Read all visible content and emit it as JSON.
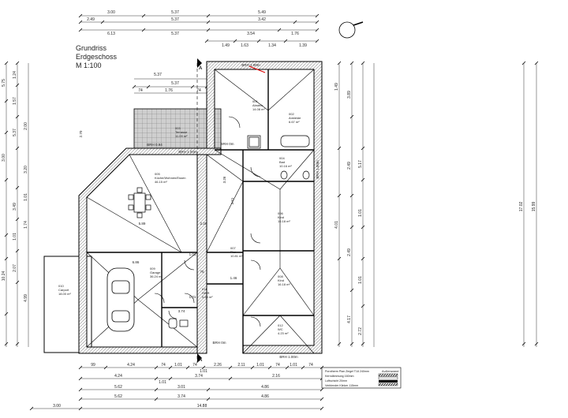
{
  "title": {
    "line1": "Grundriss",
    "line2": "Erdgeschoss",
    "scale": "M 1:100"
  },
  "section_markers": {
    "top": "A",
    "bottom": "A"
  },
  "top_dimensions": {
    "row1": [
      "3.00",
      "5.37",
      "5.49"
    ],
    "row2": [
      "2.49",
      "5.37",
      "3.42"
    ],
    "row3": [
      "6.13",
      "5.37",
      "3.54",
      "1.76"
    ],
    "row4": [
      "1.49",
      "1.63",
      "1.34",
      "1.39"
    ],
    "row5": [
      "5.37"
    ],
    "row6": [
      "5.37"
    ],
    "row7": [
      "74",
      "1.76",
      "74"
    ]
  },
  "bottom_dimensions": {
    "row1": [
      "99",
      "4.24",
      "74",
      "1.01",
      "74",
      "1.01",
      "2.26",
      "2.11",
      "1.01",
      "74",
      "1.01",
      "74"
    ],
    "row2": [
      "4.24",
      "1.01",
      "3.74",
      "2.16"
    ],
    "row3": [
      "5.62",
      "3.01",
      "4.86"
    ],
    "row4": [
      "5.62",
      "3.74",
      "4.86"
    ],
    "row5": [
      "3.00",
      "14.88"
    ]
  },
  "left_dimensions": [
    "5.75",
    "1.24",
    "1.57",
    "2.00",
    "5.37",
    "3.00",
    "3.20",
    "1.01",
    "3.49",
    "1.74",
    "1.01",
    "2.07",
    "4.99",
    "10.24"
  ],
  "right_dimensions": [
    "1.49",
    "3.89",
    "5.17",
    "2.49",
    "1.01",
    "2.49",
    "4.01",
    "1.01",
    "4.17",
    "2.72",
    "17.02",
    "15.99"
  ],
  "rooms": [
    {
      "id": "r1",
      "number": "001",
      "name": "Abstellr.",
      "area": "14.08 m²"
    },
    {
      "id": "r2",
      "number": "002",
      "name": "Ankleide",
      "area": "6.67 m²"
    },
    {
      "id": "r3",
      "number": "003",
      "name": "Terrasse",
      "area": "11.09 m²"
    },
    {
      "id": "r4",
      "number": "004",
      "name": "Bad",
      "area": "10.16 m²"
    },
    {
      "id": "r5",
      "number": "005",
      "name": "Küche/Wohnen/Essen",
      "area": "46.15 m²"
    },
    {
      "id": "r6",
      "number": "006",
      "name": "Kind",
      "area": "16.18 m²"
    },
    {
      "id": "r7",
      "number": "007",
      "name": "Flur",
      "area": "10.81 m²"
    },
    {
      "id": "r8",
      "number": "008",
      "name": "Kind",
      "area": "16.18 m²"
    },
    {
      "id": "r9",
      "number": "009",
      "name": "Garage",
      "area": "36.24 m²"
    },
    {
      "id": "r10",
      "number": "010",
      "name": "Carport",
      "area": "18.00 m²"
    },
    {
      "id": "r11",
      "number": "011",
      "name": "HWR",
      "area": "5.63 m²"
    },
    {
      "id": "r12",
      "number": "012",
      "name": "WC",
      "area": "4.23 m²"
    }
  ],
  "inner_labels": {
    "d1": "2.70",
    "d2": "2.26",
    "d3": "3.26",
    "d4": "3.61",
    "d5": "5.89",
    "d6": "6.86",
    "d7": "1.46",
    "d8": "75",
    "d9": "1.01",
    "d10": "1.01",
    "d11": "3.74",
    "brh1": "BRH 0.94",
    "brh2": "BRH 1.00m",
    "brh3": "BRH 1.00m",
    "brh4": "BRH 1.00m",
    "brh5": "BRH 1.00m",
    "brh6": "BRH 0m",
    "brh7": "BRH 0m"
  },
  "legend": {
    "l1": "Porotherm Plan Ziegel T18 240mm",
    "l2": "Kerndämmung 160mm",
    "l3": "Luftschicht 20mm",
    "l4": "Verblender Klinker 115mm",
    "l5": "Außenwand"
  }
}
